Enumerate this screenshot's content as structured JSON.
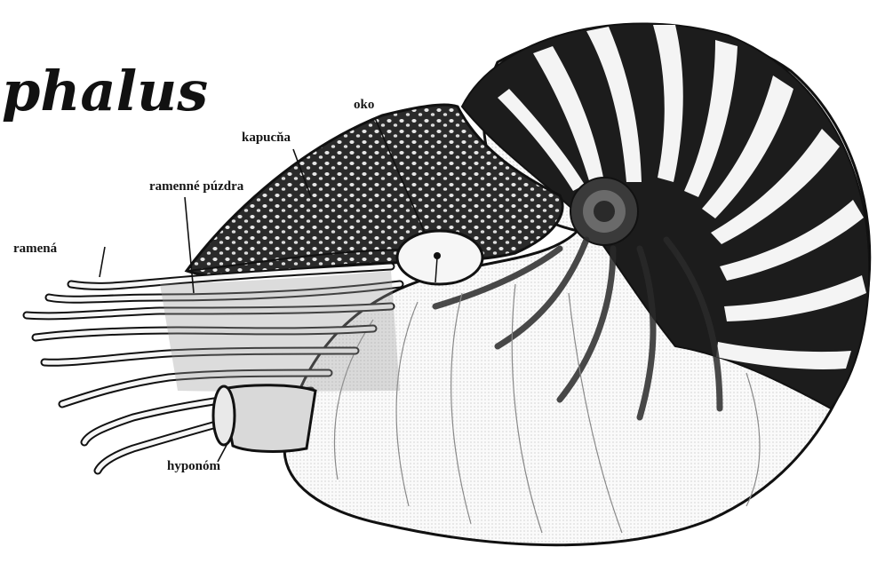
{
  "title": "phalus",
  "labels": {
    "oko": "oko",
    "kapucna": "kapucňa",
    "ramenne_puzdra": "ramenné púzdra",
    "ramena": "ramená",
    "hyponom": "hyponóm"
  },
  "colors": {
    "ink": "#151515",
    "paper": "#ffffff"
  }
}
